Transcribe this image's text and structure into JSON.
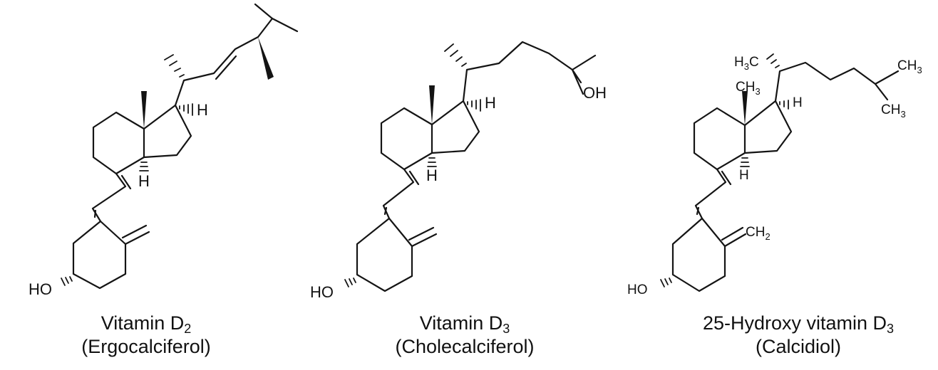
{
  "molecules": [
    {
      "name": "Vitamin D",
      "subscript": "2",
      "common_name": "(Ergocalciferol)",
      "atom_labels": {
        "hydroxyl_left": "HO",
        "h_upper": "H",
        "h_lower": "H"
      }
    },
    {
      "name": "Vitamin D",
      "subscript": "3",
      "common_name": "(Cholecalciferol)",
      "atom_labels": {
        "hydroxyl_left": "HO",
        "hydroxyl_right": "OH",
        "h_upper": "H",
        "h_lower": "H"
      }
    },
    {
      "name": "25-Hydroxy vitamin D",
      "subscript": "3",
      "common_name": "(Calcidiol)",
      "atom_labels": {
        "hydroxyl_left": "HO",
        "h_upper": "H",
        "h_lower": "H",
        "methyl_left": "H",
        "methyl_left_sub": "3",
        "methyl_left_end": "C",
        "methyl_top": "CH",
        "methyl_top_sub": "3",
        "methyl_right_top": "CH",
        "methyl_right_top_sub": "3",
        "methyl_right_bottom": "CH",
        "methyl_right_bottom_sub": "3",
        "methylene": "CH",
        "methylene_sub": "2"
      }
    }
  ]
}
